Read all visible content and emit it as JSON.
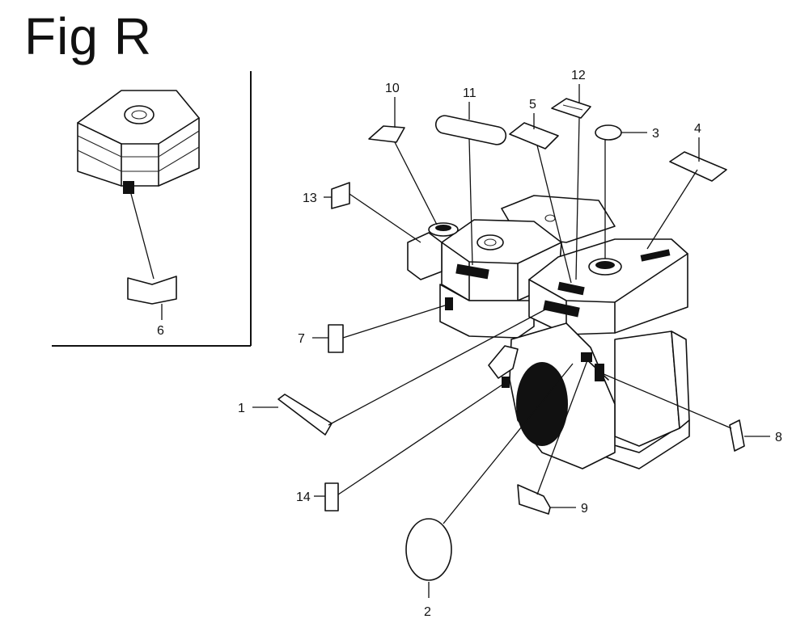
{
  "figure": {
    "title": "Fig R"
  },
  "callouts": [
    "1",
    "2",
    "3",
    "4",
    "5",
    "6",
    "7",
    "8",
    "9",
    "10",
    "11",
    "12",
    "13",
    "14"
  ]
}
